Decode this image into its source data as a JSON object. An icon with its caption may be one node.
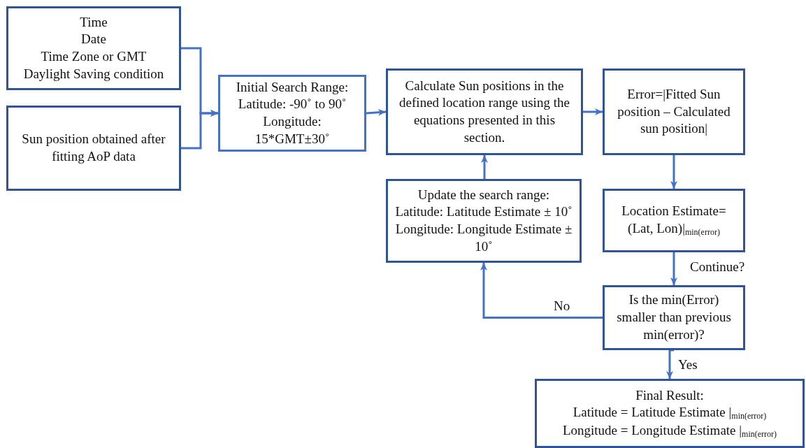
{
  "diagram": {
    "nodes": [
      {
        "text": [
          "Time",
          "Date",
          "Time Zone or GMT",
          "Daylight Saving condition"
        ]
      },
      {
        "text": [
          "Sun position obtained after fitting AoP data"
        ]
      },
      {
        "text": [
          "Initial Search Range:",
          "Latitude: -90˚ to 90˚",
          "Longitude:",
          "15*GMT±30˚"
        ]
      },
      {
        "text": [
          "Calculate Sun positions in the defined location range using the equations presented in this section."
        ]
      },
      {
        "text": [
          "Error=|Fitted Sun position – Calculated sun position|"
        ]
      },
      {
        "text": [
          "Update the search range:",
          "Latitude: Latitude Estimate ± 10˚",
          "Longitude: Longitude Estimate ± 10˚"
        ]
      },
      {
        "text": [
          "Location Estimate=",
          "(Lat, Lon)|$_{min(error)}$"
        ]
      },
      {
        "text": [
          "Is the min(Error) smaller than previous min(error)?"
        ]
      },
      {
        "text": [
          "Final Result:",
          "Latitude = Latitude Estimate |$_{min(error)}$",
          "Longitude = Longitude Estimate |$_{min(error)}$"
        ]
      }
    ],
    "edges": [
      {
        "from": 0,
        "to": 2,
        "arrow": "to"
      },
      {
        "from": 1,
        "to": 2,
        "arrow": "to"
      },
      {
        "from": 2,
        "to": 3,
        "arrow": "to"
      },
      {
        "from": 3,
        "to": 4,
        "arrow": "to"
      },
      {
        "from": 4,
        "to": 6,
        "arrow": "to"
      },
      {
        "from": 6,
        "to": 7,
        "arrow": "to",
        "label": "Continue?"
      },
      {
        "from": 7,
        "to": 5,
        "arrow": "to",
        "label": "No"
      },
      {
        "from": 5,
        "to": 3,
        "arrow": "to"
      },
      {
        "from": 7,
        "to": 8,
        "arrow": "to",
        "label": "Yes"
      }
    ]
  }
}
